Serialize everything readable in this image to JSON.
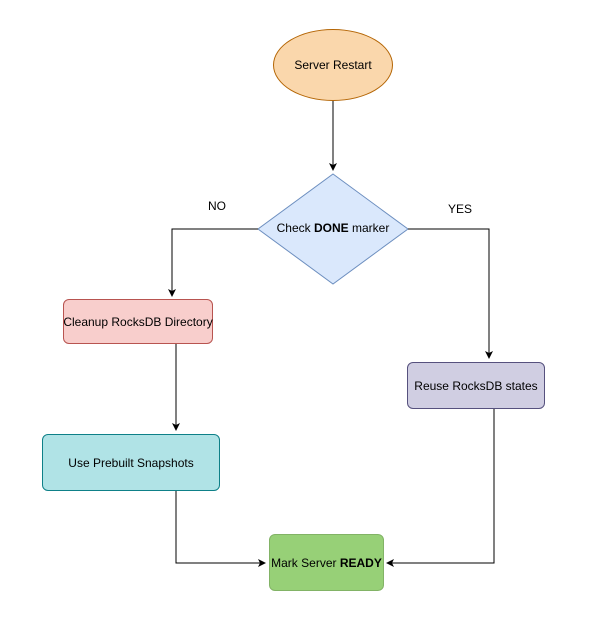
{
  "diagram": {
    "nodes": {
      "start": {
        "label": "Server Restart",
        "fill": "#fad7ac",
        "stroke": "#b46504"
      },
      "decision": {
        "label_prefix": "Check ",
        "label_bold": "DONE",
        "label_suffix": " marker",
        "fill": "#dae8fc",
        "stroke": "#6c8ebf"
      },
      "cleanup": {
        "label": "Cleanup RocksDB Directory",
        "fill": "#f8cecc",
        "stroke": "#b85450"
      },
      "snapshots": {
        "label": "Use Prebuilt Snapshots",
        "fill": "#b0e3e6",
        "stroke": "#0e8088"
      },
      "reuse": {
        "label": "Reuse RocksDB states",
        "fill": "#d0cee2",
        "stroke": "#56517e"
      },
      "ready": {
        "label_prefix": "Mark Server ",
        "label_bold": "READY",
        "fill": "#97d077",
        "stroke": "#82b366"
      }
    },
    "edge_labels": {
      "no": "NO",
      "yes": "YES"
    },
    "edge_color": "#000000"
  }
}
